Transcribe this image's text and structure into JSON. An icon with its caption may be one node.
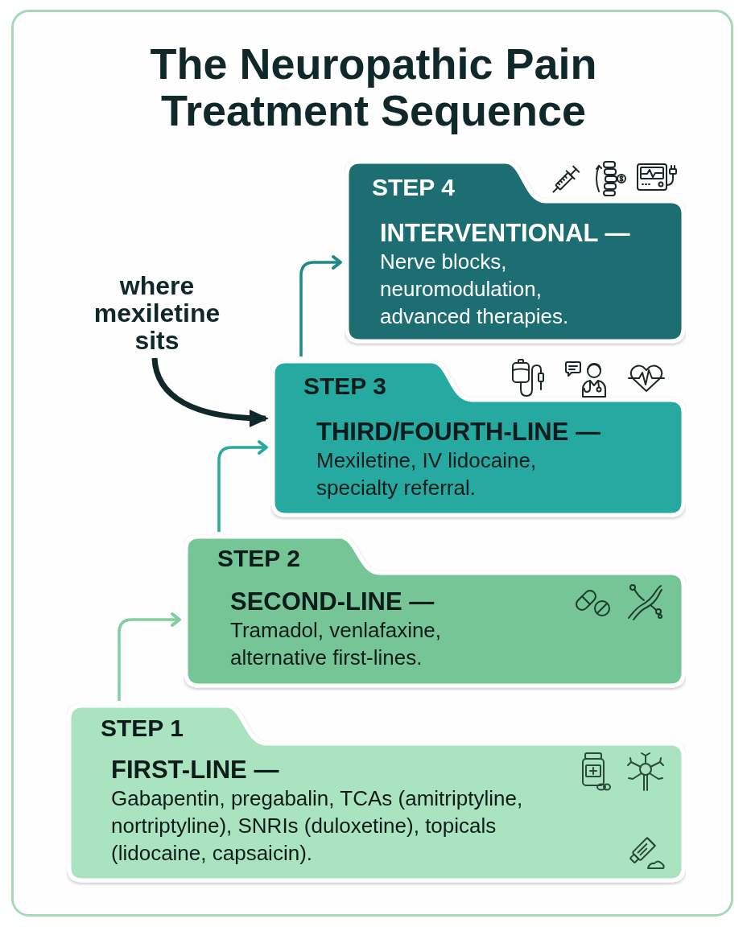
{
  "diagram": {
    "title": "The Neuropathic Pain Treatment Sequence",
    "nodes": [
      {
        "text": [
          "STEP 4",
          "INTERVENTIONAL —",
          "Nerve blocks, neuromodulation, advanced therapies."
        ]
      },
      {
        "text": [
          "where mexiletine sits"
        ]
      },
      {
        "text": [
          "STEP 3",
          "THIRD/FOURTH-LINE —",
          "Mexiletine, IV lidocaine, specialty referral."
        ]
      },
      {
        "text": [
          "STEP 2",
          "SECOND-LINE —",
          "Tramadol, venlafaxine, alternative first-lines."
        ]
      },
      {
        "text": [
          "STEP 1",
          "FIRST-LINE —",
          "Gabapentin, pregabalin, TCAs (amitriptyline, nortriptyline), SNRIs (duloxetine), topicals (lidocaine, capsaicin)."
        ]
      }
    ],
    "edges": [
      {
        "from": 4,
        "to": 3,
        "arrow": "to",
        "color": "#80cfa0"
      },
      {
        "from": 3,
        "to": 2,
        "arrow": "to",
        "color": "#2aa99e"
      },
      {
        "from": 2,
        "to": 0,
        "arrow": "to",
        "color": "#1f8986"
      },
      {
        "from": 1,
        "to": 2,
        "arrow": "to",
        "style": "thick",
        "color": "#10282a"
      }
    ]
  }
}
